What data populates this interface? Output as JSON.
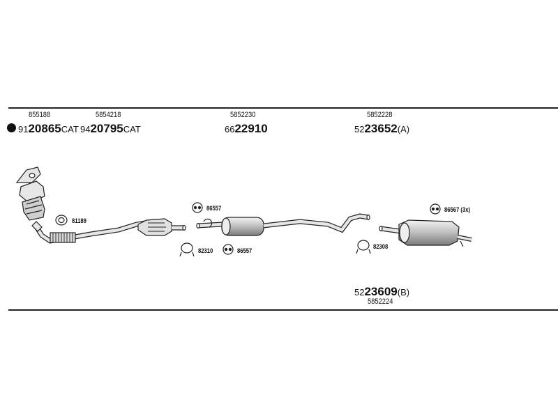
{
  "refs": {
    "front_pipe_ref": "855188",
    "cat_ref": "5854218",
    "middle_ref": "5852230",
    "rear_ref": "5852228",
    "rear_b_ref": "5852224"
  },
  "parts": {
    "front_pipe": {
      "prefix": "91",
      "main": "20865",
      "suffix": "CAT"
    },
    "catalyst": {
      "prefix": "94",
      "main": "20795",
      "suffix": "CAT"
    },
    "middle": {
      "prefix": "66",
      "main": "22910",
      "suffix": ""
    },
    "rear_a": {
      "prefix": "52",
      "main": "23652",
      "suffix": "(A)"
    },
    "rear_b": {
      "prefix": "52",
      "main": "23609",
      "suffix": "(B)"
    }
  },
  "hardware": {
    "gasket_front": "81189",
    "hanger_mid_top": "86557",
    "clamp_mid": "82310",
    "hanger_mid_bottom": "86557",
    "clamp_rear": "82308",
    "hanger_rear": "86567 (3x)"
  },
  "colors": {
    "line": "#222222",
    "part_fill": "#e6e6e6",
    "part_shade": "#9a9a9a"
  }
}
